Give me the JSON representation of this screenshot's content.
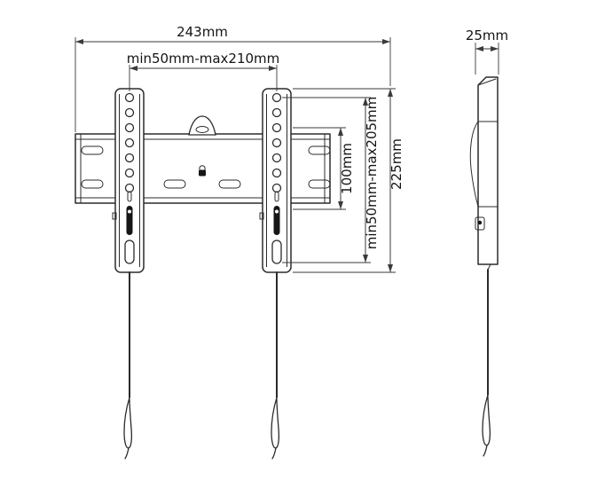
{
  "diagram": {
    "colors": {
      "ink": "#2b2b2b",
      "background": "#ffffff"
    },
    "front_view": {
      "dim_width_total": "243mm",
      "dim_width_range": "min50mm-max210mm",
      "dim_height_vesa": "100mm",
      "dim_height_range": "min50mm-max205mm",
      "dim_height_total": "225mm"
    },
    "side_view": {
      "dim_depth": "25mm"
    }
  }
}
